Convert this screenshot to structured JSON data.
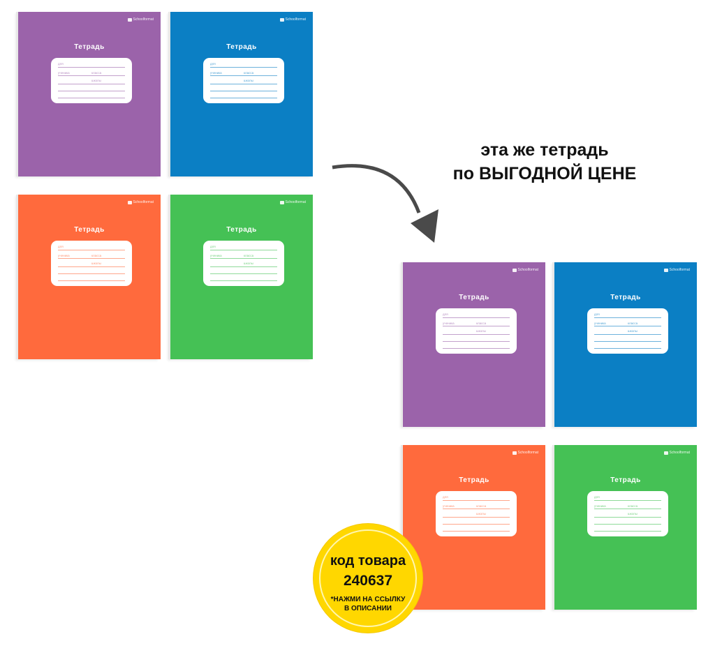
{
  "notebook": {
    "title": "Тетрадь",
    "brand": "Schoolformat",
    "label_fields": [
      "для",
      "ученика",
      "класса",
      "школы"
    ]
  },
  "notebooks_left": [
    {
      "color": "#9b63aa",
      "line": "#9b63aa"
    },
    {
      "color": "#0b7fc4",
      "line": "#0b7fc4"
    },
    {
      "color": "#ff6a3d",
      "line": "#ff6a3d"
    },
    {
      "color": "#45c155",
      "line": "#45c155"
    }
  ],
  "notebooks_right": [
    {
      "color": "#9b63aa",
      "line": "#9b63aa"
    },
    {
      "color": "#0b7fc4",
      "line": "#0b7fc4"
    },
    {
      "color": "#ff6a3d",
      "line": "#ff6a3d"
    },
    {
      "color": "#45c155",
      "line": "#45c155"
    }
  ],
  "headline": {
    "line1": "эта же тетрадь",
    "line2": "по ВЫГОДНОЙ ЦЕНЕ"
  },
  "badge": {
    "label": "код товара",
    "code": "240637",
    "note_line1": "*НАЖМИ НА ССЫЛКУ",
    "note_line2": "В ОПИСАНИИ",
    "color": "#ffd700"
  }
}
